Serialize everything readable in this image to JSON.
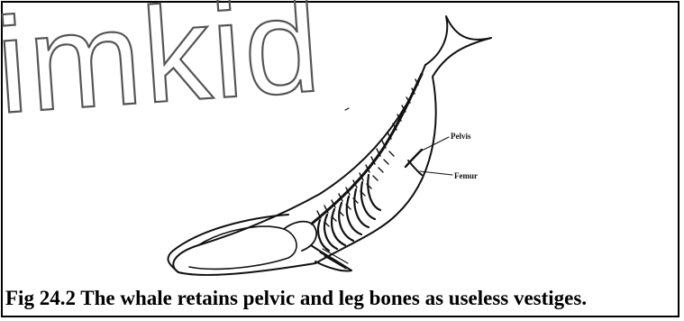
{
  "watermark": "imkid",
  "labels": {
    "pelvis": "Pelvis",
    "femur": "Femur"
  },
  "caption": "Fig 24.2 The whale retains pelvic and leg bones as useless vestiges."
}
